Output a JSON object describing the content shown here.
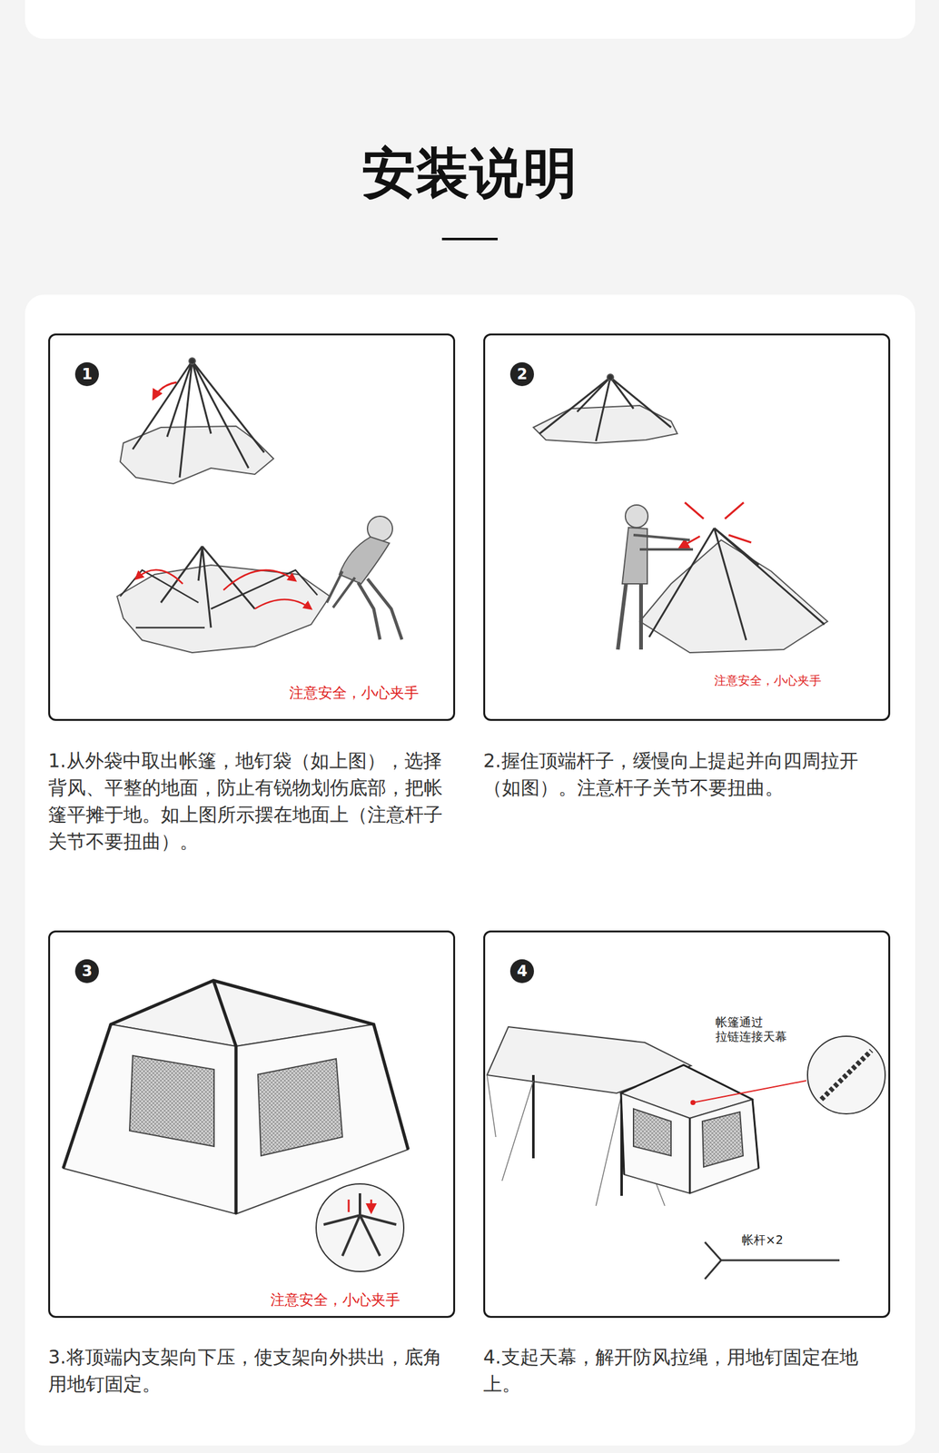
{
  "diagram": {
    "title": "安装说明",
    "nodes": [
      {
        "text": [
          "注意安全，小心夹手"
        ]
      },
      {
        "text": [
          "1"
        ],
        "in": 0
      },
      {
        "text": [
          "注意安全，小心夹手"
        ]
      },
      {
        "text": [
          "2"
        ],
        "in": 2
      },
      {
        "text": [
          "注意安全，小心夹手"
        ]
      },
      {
        "text": [
          "3"
        ],
        "in": 4
      },
      {
        "text": [
          "帐篷通过 拉链连接天幕",
          "帐杆×2"
        ]
      },
      {
        "text": [
          "4"
        ],
        "in": 6
      }
    ],
    "labels": [
      "1.从外袋中取出帐篷，地钉袋（如上图），选择背风、平整的地面，防止有锐物划伤底部，把帐篷平摊于地。如上图所示摆在地面上（注意杆子关节不要扭曲）。",
      "2.握住顶端杆子，缓慢向上提起并向四周拉开（如图）。注意杆子关节不要扭曲。",
      "3.将顶端内支架向下压，使支架向外拱出，底角用地钉固定。",
      "4.支起天幕，解开防风拉绳，用地钉固定在地上。"
    ]
  }
}
